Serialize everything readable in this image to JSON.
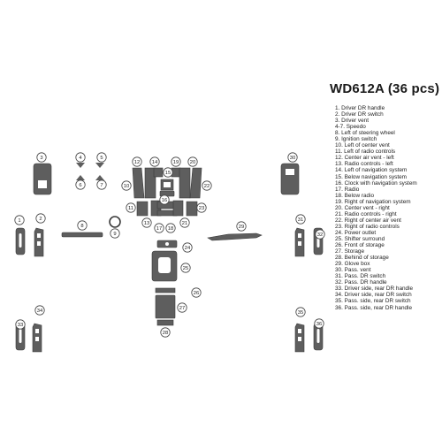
{
  "kit_title": "WD612A (36 pcs)",
  "colors": {
    "part_fill": "#5e5e5e",
    "part_stroke": "#3a3a3a",
    "callout_stroke": "#444444",
    "background": "#ffffff"
  },
  "legend": [
    "1. Driver DR handle",
    "2. Driver DR switch",
    "3. Driver vent",
    "4-7. Speedo",
    "8. Left of steering wheel",
    "9. Ignition switch",
    "10. Left of center vent",
    "11. Left of radio controls",
    "12. Center air vent - left",
    "13. Radio controls - left",
    "14. Left of navigation system",
    "15. Below navigation system",
    "16. Clock with navigation system",
    "17. Radio",
    "18. Below radio",
    "19. Right of navigation system",
    "20. Center vent - right",
    "21. Radio controls - right",
    "22. Right of center air vent",
    "23. Right of radio controls",
    "24. Power outlet",
    "25. Shifter surround",
    "26. Front of storage",
    "27. Storage",
    "28. Behind of storage",
    "29. Glove box",
    "30. Pass. vent",
    "31. Pass. DR switch",
    "32. Pass. DR handle",
    "33. Driver side, rear DR handle",
    "34. Driver side, rear DR switch",
    "35. Pass. side, rear DR switch",
    "36. Pass. side, rear DR handle"
  ],
  "callouts": [
    "1",
    "2",
    "3",
    "4",
    "5",
    "6",
    "7",
    "8",
    "9",
    "10",
    "11",
    "12",
    "13",
    "14",
    "15",
    "16",
    "17",
    "18",
    "19",
    "20",
    "21",
    "22",
    "23",
    "24",
    "25",
    "26",
    "27",
    "28",
    "29",
    "30",
    "31",
    "32",
    "33",
    "34",
    "35",
    "36"
  ]
}
